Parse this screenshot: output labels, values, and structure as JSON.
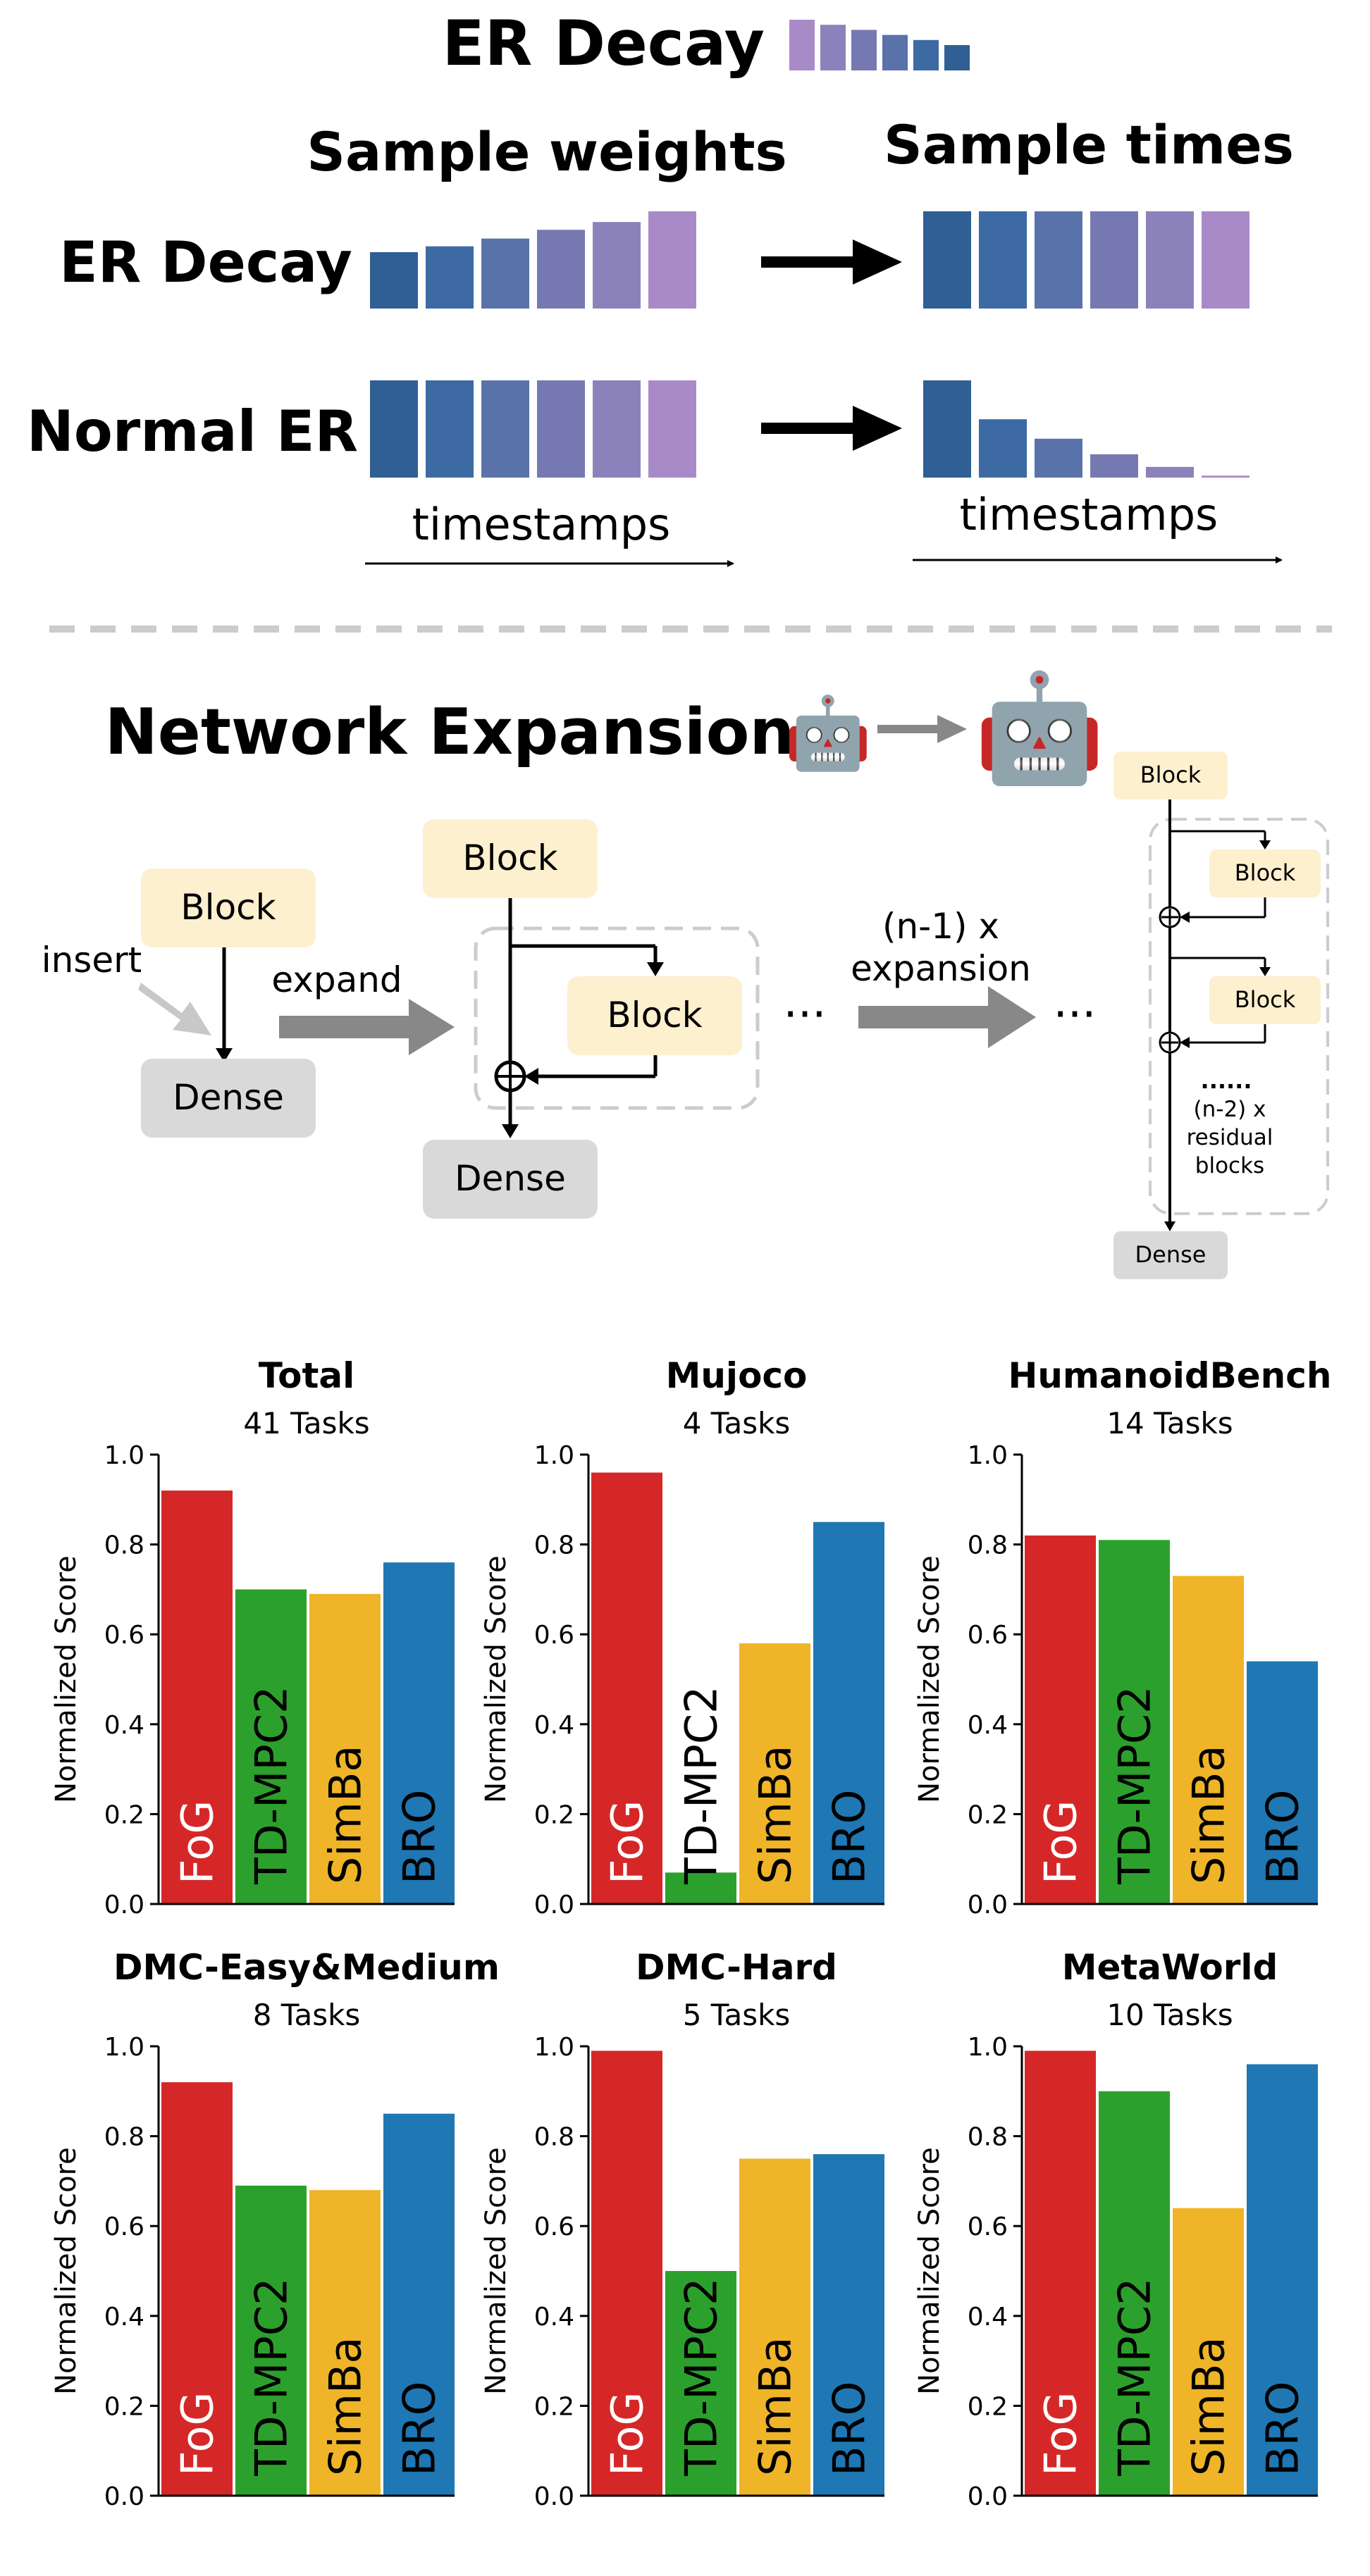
{
  "er_section": {
    "title": "ER Decay",
    "col_weights": "Sample weights",
    "col_times": "Sample times",
    "row_decay": "ER Decay",
    "row_normal": "Normal ER",
    "axis_left": "timestamps",
    "axis_right": "timestamps",
    "bar_colors": [
      "#2f5f95",
      "#3d6aa3",
      "#5a72aa",
      "#7679b1",
      "#8c82bb",
      "#a88bc6"
    ],
    "title_swatch_levels": [
      1.0,
      0.9,
      0.8,
      0.7,
      0.6,
      0.5
    ],
    "decay_weights": [
      0.58,
      0.64,
      0.72,
      0.81,
      0.89,
      1.0
    ],
    "decay_times": [
      1.0,
      1.0,
      1.0,
      1.0,
      1.0,
      1.0
    ],
    "normal_weights": [
      1.0,
      1.0,
      1.0,
      1.0,
      1.0,
      1.0
    ],
    "normal_times": [
      1.0,
      0.6,
      0.4,
      0.24,
      0.11,
      0.02
    ]
  },
  "network_section": {
    "title": "Network Expansion",
    "small_robot_emoji": "🤖",
    "big_robot_emoji": "🤖",
    "insert_label": "insert",
    "expand_label": "expand",
    "block_label": "Block",
    "dense_label": "Dense",
    "expansion_label_1": "(n-1) x",
    "expansion_label_2": "expansion",
    "ellipsis": "···",
    "dots": "......",
    "residual_1": "(n-2) x",
    "residual_2": "residual",
    "residual_3": "blocks"
  },
  "charts_colors": {
    "FoG": "#d62728",
    "TD-MPC2": "#2ca02c",
    "SimBa": "#f0b429",
    "BRO": "#1f77b4"
  },
  "chart_data": [
    {
      "type": "bar",
      "title": "Total",
      "subtitle": "41 Tasks",
      "ylabel": "Normalized Score",
      "ylim": [
        0,
        1
      ],
      "yticks": [
        "0.0",
        "0.2",
        "0.4",
        "0.6",
        "0.8",
        "1.0"
      ],
      "categories": [
        "FoG",
        "TD-MPC2",
        "SimBa",
        "BRO"
      ],
      "values": [
        0.92,
        0.7,
        0.69,
        0.76
      ]
    },
    {
      "type": "bar",
      "title": "Mujoco",
      "subtitle": "4 Tasks",
      "ylabel": "Normalized Score",
      "ylim": [
        0,
        1
      ],
      "yticks": [
        "0.0",
        "0.2",
        "0.4",
        "0.6",
        "0.8",
        "1.0"
      ],
      "categories": [
        "FoG",
        "TD-MPC2",
        "SimBa",
        "BRO"
      ],
      "values": [
        0.96,
        0.07,
        0.58,
        0.85
      ]
    },
    {
      "type": "bar",
      "title": "HumanoidBench",
      "subtitle": "14 Tasks",
      "ylabel": "Normalized Score",
      "ylim": [
        0,
        1
      ],
      "yticks": [
        "0.0",
        "0.2",
        "0.4",
        "0.6",
        "0.8",
        "1.0"
      ],
      "categories": [
        "FoG",
        "TD-MPC2",
        "SimBa",
        "BRO"
      ],
      "values": [
        0.82,
        0.81,
        0.73,
        0.54
      ]
    },
    {
      "type": "bar",
      "title": "DMC-Easy&Medium",
      "subtitle": "8 Tasks",
      "ylabel": "Normalized Score",
      "ylim": [
        0,
        1
      ],
      "yticks": [
        "0.0",
        "0.2",
        "0.4",
        "0.6",
        "0.8",
        "1.0"
      ],
      "categories": [
        "FoG",
        "TD-MPC2",
        "SimBa",
        "BRO"
      ],
      "values": [
        0.92,
        0.69,
        0.68,
        0.85
      ]
    },
    {
      "type": "bar",
      "title": "DMC-Hard",
      "subtitle": "5 Tasks",
      "ylabel": "Normalized Score",
      "ylim": [
        0,
        1
      ],
      "yticks": [
        "0.0",
        "0.2",
        "0.4",
        "0.6",
        "0.8",
        "1.0"
      ],
      "categories": [
        "FoG",
        "TD-MPC2",
        "SimBa",
        "BRO"
      ],
      "values": [
        0.99,
        0.5,
        0.75,
        0.76
      ]
    },
    {
      "type": "bar",
      "title": "MetaWorld",
      "subtitle": "10 Tasks",
      "ylabel": "Normalized Score",
      "ylim": [
        0,
        1
      ],
      "yticks": [
        "0.0",
        "0.2",
        "0.4",
        "0.6",
        "0.8",
        "1.0"
      ],
      "categories": [
        "FoG",
        "TD-MPC2",
        "SimBa",
        "BRO"
      ],
      "values": [
        0.99,
        0.9,
        0.64,
        0.96
      ]
    }
  ]
}
